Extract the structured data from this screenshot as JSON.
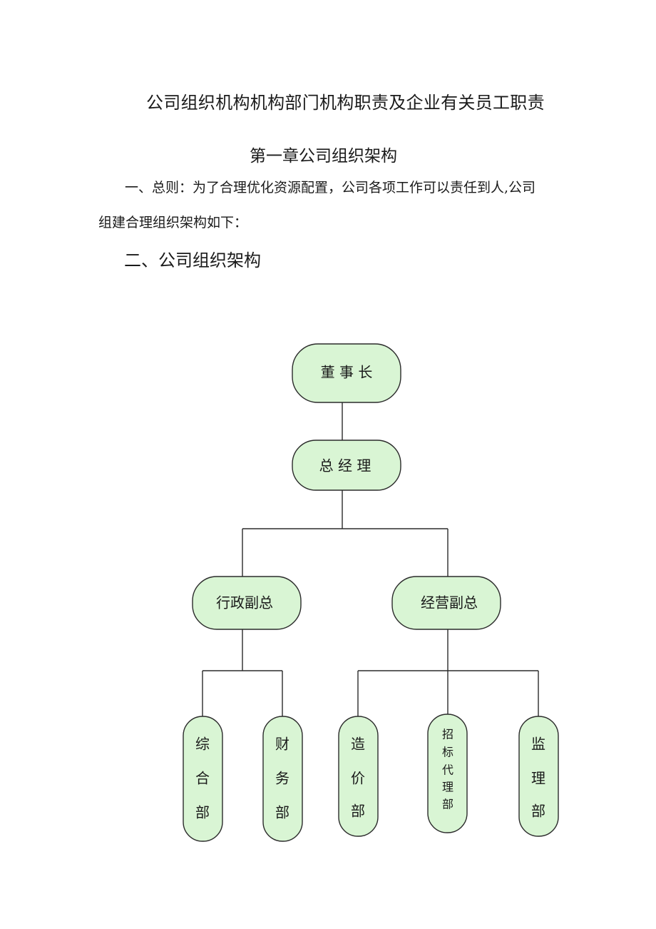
{
  "document": {
    "title": "公司组织机构机构部门机构职责及企业有关员工职责",
    "chapter_title": "第一章公司组织架构",
    "intro_line1": "一、总则：为了合理优化资源配置，公司各项工作可以责任到人,公司",
    "intro_line2": "组建合理组织架构如下：",
    "section_title": "二、公司组织架构"
  },
  "org_chart": {
    "chairman": "董 事 长",
    "general_manager": "总 经 理",
    "admin_vp": "行政副总",
    "business_vp": "经营副总",
    "departments": {
      "general_dept": [
        "综",
        "合",
        "部"
      ],
      "finance_dept": [
        "财",
        "务",
        "部"
      ],
      "cost_dept": [
        "造",
        "价",
        "部"
      ],
      "bidding_dept": [
        "招",
        "标",
        "代",
        "理",
        "部"
      ],
      "supervision_dept": [
        "监",
        "理",
        "部"
      ]
    }
  }
}
